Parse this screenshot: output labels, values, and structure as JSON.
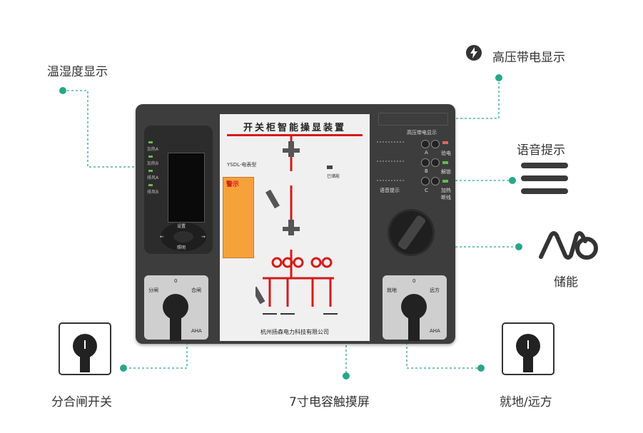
{
  "callouts": {
    "temp_humidity": "温湿度显示",
    "hv_live": "高压带电显示",
    "voice": "语音提示",
    "storage": "储能",
    "open_close_switch": "分合闸开关",
    "touchscreen": "7寸电容触摸屏",
    "local_remote": "就地/远方"
  },
  "device": {
    "leds": [
      "加热A",
      "加热B",
      "排风A",
      "排风B"
    ],
    "keypad": {
      "set": "设置",
      "light": "照明",
      "left": "←",
      "right": "→"
    },
    "panel": {
      "title": "开关柜智能操显装置",
      "model": "YSDL-电表型",
      "stored": "已储能",
      "warning_title": "警示",
      "company": "杭州扬森电力科技有限公司"
    },
    "right": {
      "hv_label": "高压带电显示",
      "phase_a": "A",
      "phase_b": "B",
      "phase_c": "C",
      "test": "验电",
      "unlock": "解锁",
      "voice": "语音提示",
      "heat_break": "加热断线"
    },
    "left_switch": {
      "open": "分闸",
      "zero": "0",
      "close": "合闸",
      "brand": "AHA"
    },
    "right_switch": {
      "local": "就地",
      "zero": "0",
      "remote": "远方",
      "brand": "AHA"
    }
  },
  "colors": {
    "accent": "#2aa58a",
    "red": "#d41a1a",
    "panel": "#3d3d3d"
  }
}
